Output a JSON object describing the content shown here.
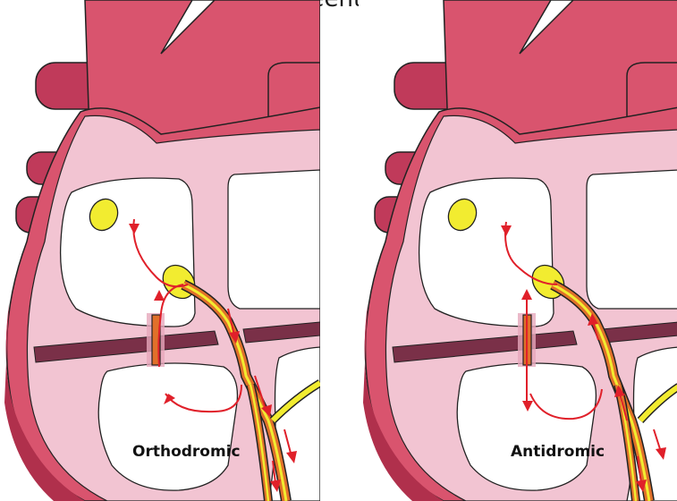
{
  "caption": "based on direction of reentry conduction and ECG",
  "panels": [
    {
      "label": "Orthodromic"
    },
    {
      "label": "Antidromic"
    }
  ],
  "colors": {
    "heart_outer": "#d9546e",
    "heart_dark": "#b0304c",
    "inner_pink": "#f2c4d2",
    "chamber": "#ffffff",
    "septum": "#7a3048",
    "node": "#f2ec30",
    "arrow": "#e0202a"
  }
}
